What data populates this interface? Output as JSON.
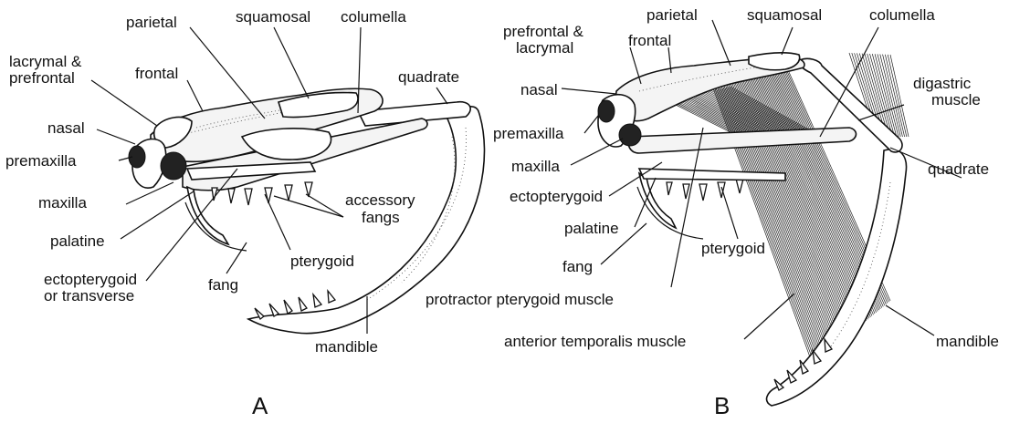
{
  "panels": [
    {
      "letter": "A",
      "labels": {
        "parietal": "parietal",
        "squamosal": "squamosal",
        "columella": "columella",
        "lacrymal_prefrontal": [
          "lacrymal &",
          "prefrontal"
        ],
        "frontal": "frontal",
        "quadrate": "quadrate",
        "nasal": "nasal",
        "premaxilla": "premaxilla",
        "maxilla": "maxilla",
        "accessory_fangs": [
          "accessory",
          "fangs"
        ],
        "palatine": "palatine",
        "pterygoid": "pterygoid",
        "fang": "fang",
        "ectopterygoid": [
          "ectopterygoid",
          "or transverse"
        ],
        "mandible": "mandible"
      }
    },
    {
      "letter": "B",
      "labels": {
        "parietal": "parietal",
        "squamosal": "squamosal",
        "columella": "columella",
        "prefrontal_lacrymal": [
          "prefrontal &",
          "lacrymal"
        ],
        "frontal": "frontal",
        "digastric": [
          "digastric",
          "muscle"
        ],
        "nasal": "nasal",
        "premaxilla": "premaxilla",
        "maxilla": "maxilla",
        "quadrate": "quadrate",
        "ectopterygoid": "ectopterygoid",
        "palatine": "palatine",
        "pterygoid": "pterygoid",
        "fang": "fang",
        "protractor": "protractor pterygoid muscle",
        "anterior_temporalis": "anterior temporalis muscle",
        "mandible": "mandible"
      }
    }
  ]
}
